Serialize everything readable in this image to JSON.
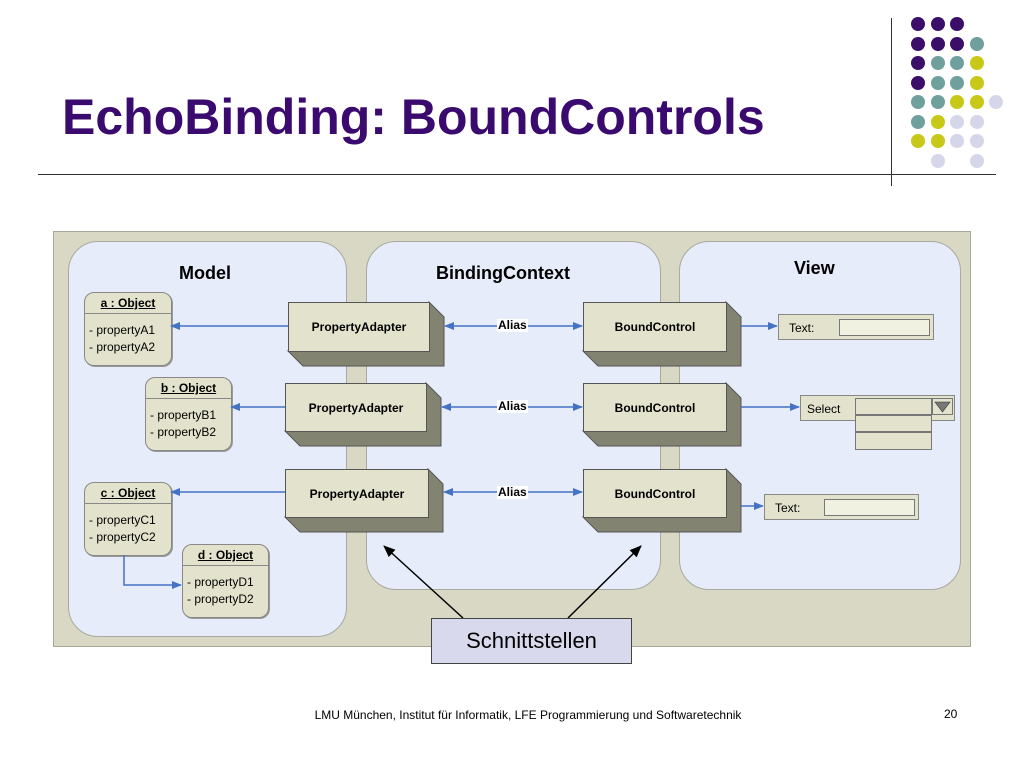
{
  "slide": {
    "title": "EchoBinding: BoundControls",
    "footer": "LMU München, Institut für Informatik, LFE Programmierung und Softwaretechnik",
    "page_number": "20"
  },
  "decor": {
    "colors": {
      "purple": "#3b0e6a",
      "teal": "#6fa09e",
      "yellow": "#c8c818",
      "lavender": "#d6d6ea"
    }
  },
  "diagram": {
    "panels": {
      "model": "Model",
      "binding_context": "BindingContext",
      "view": "View"
    },
    "objects": [
      {
        "title": "a : Object",
        "props": [
          "- propertyA1",
          "- propertyA2"
        ]
      },
      {
        "title": "b : Object",
        "props": [
          "- propertyB1",
          "- propertyB2"
        ]
      },
      {
        "title": "c : Object",
        "props": [
          "- propertyC1",
          "- propertyC2"
        ]
      },
      {
        "title": "d : Object",
        "props": [
          "- propertyD1",
          "- propertyD2"
        ]
      }
    ],
    "adapters": [
      "PropertyAdapter",
      "PropertyAdapter",
      "PropertyAdapter"
    ],
    "controls": [
      "BoundControl",
      "BoundControl",
      "BoundControl"
    ],
    "aliases": [
      "Alias",
      "Alias",
      "Alias"
    ],
    "widgets": {
      "text1_label": "Text:",
      "select_label": "Select",
      "text2_label": "Text:"
    },
    "callout": "Schnittstellen"
  }
}
